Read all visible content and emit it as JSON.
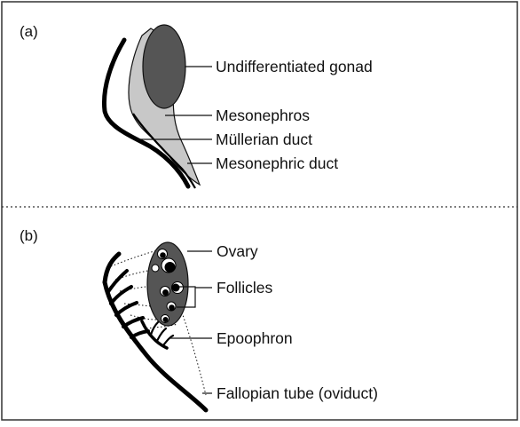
{
  "panel_a": {
    "label": "(a)",
    "labels": {
      "gonad": "Undifferentiated gonad",
      "mesonephros": "Mesonephros",
      "mullerian": "Müllerian duct",
      "mesonephric": "Mesonephric duct"
    }
  },
  "panel_b": {
    "label": "(b)",
    "labels": {
      "ovary": "Ovary",
      "follicles": "Follicles",
      "epoophron": "Epoophron",
      "fallopian": "Fallopian tube (oviduct)"
    }
  },
  "colors": {
    "gonad_fill": "#555555",
    "mesonephros_fill": "#c8c8c8",
    "duct_stroke": "#000000",
    "frame_stroke": "#333333"
  }
}
